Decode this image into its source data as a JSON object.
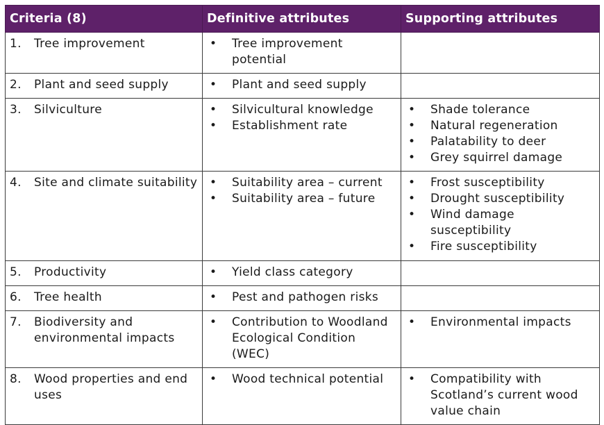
{
  "table": {
    "headers": [
      "Criteria (8)",
      "Definitive attributes",
      "Supporting attributes"
    ],
    "rows": [
      {
        "num": "1.",
        "criteria": "Tree improvement",
        "definitive": [
          "Tree improvement potential"
        ],
        "supporting": [],
        "height": 59
      },
      {
        "num": "2.",
        "criteria": "Plant and seed supply",
        "definitive": [
          "Plant and seed supply"
        ],
        "supporting": [],
        "height": 34
      },
      {
        "num": "3.",
        "criteria": "Silviculture",
        "definitive": [
          "Silvicultural knowledge",
          "Establishment rate"
        ],
        "supporting": [
          "Shade tolerance",
          "Natural regeneration",
          "Palatability to deer",
          "Grey squirrel damage"
        ],
        "height": 104
      },
      {
        "num": "4.",
        "criteria": "Site and climate suitability",
        "definitive": [
          "Suitability area – current",
          "Suitability area – future"
        ],
        "supporting": [
          "Frost susceptibility",
          "Drought susceptibility",
          "Wind damage susceptibility",
          "Fire susceptibility"
        ],
        "height": 129
      },
      {
        "num": "5.",
        "criteria": "Productivity",
        "definitive": [
          "Yield class category"
        ],
        "supporting": [],
        "height": 34
      },
      {
        "num": "6.",
        "criteria": "Tree health",
        "definitive": [
          "Pest and pathogen risks"
        ],
        "supporting": [],
        "height": 35
      },
      {
        "num": "7.",
        "criteria": "Biodiversity and environmental impacts",
        "definitive": [
          "Contribution to Woodland Ecological Condition (WEC)"
        ],
        "supporting": [
          "Environmental impacts"
        ],
        "height": 81
      },
      {
        "num": "8.",
        "criteria": "Wood properties and end uses",
        "definitive": [
          "Wood technical potential"
        ],
        "supporting": [
          "Compatibility with Scotland’s current wood value chain"
        ],
        "height": 82
      }
    ],
    "bullet": "•",
    "colors": {
      "header_bg": "#5e2169",
      "header_text": "#ffffff",
      "border": "#3a3a3a"
    }
  }
}
